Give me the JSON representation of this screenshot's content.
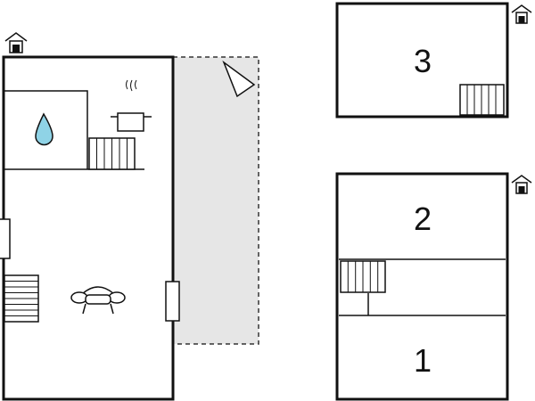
{
  "plan": {
    "rooms": [
      {
        "label": "3"
      },
      {
        "label": "2"
      },
      {
        "label": "1"
      }
    ]
  },
  "colors": {
    "wall": "#111111",
    "terrace_fill": "#e6e6e6",
    "water_drop": "#8fd3e6",
    "background": "#ffffff"
  },
  "icons": {
    "entrance": "house-entrance-icon",
    "water": "water-drop-icon",
    "cooking": "cooking-pot-icon",
    "heating": "radiator-icon",
    "seating": "sofa-icon",
    "stairs": "staircase-icon",
    "view": "viewpoint-triangle-icon"
  }
}
